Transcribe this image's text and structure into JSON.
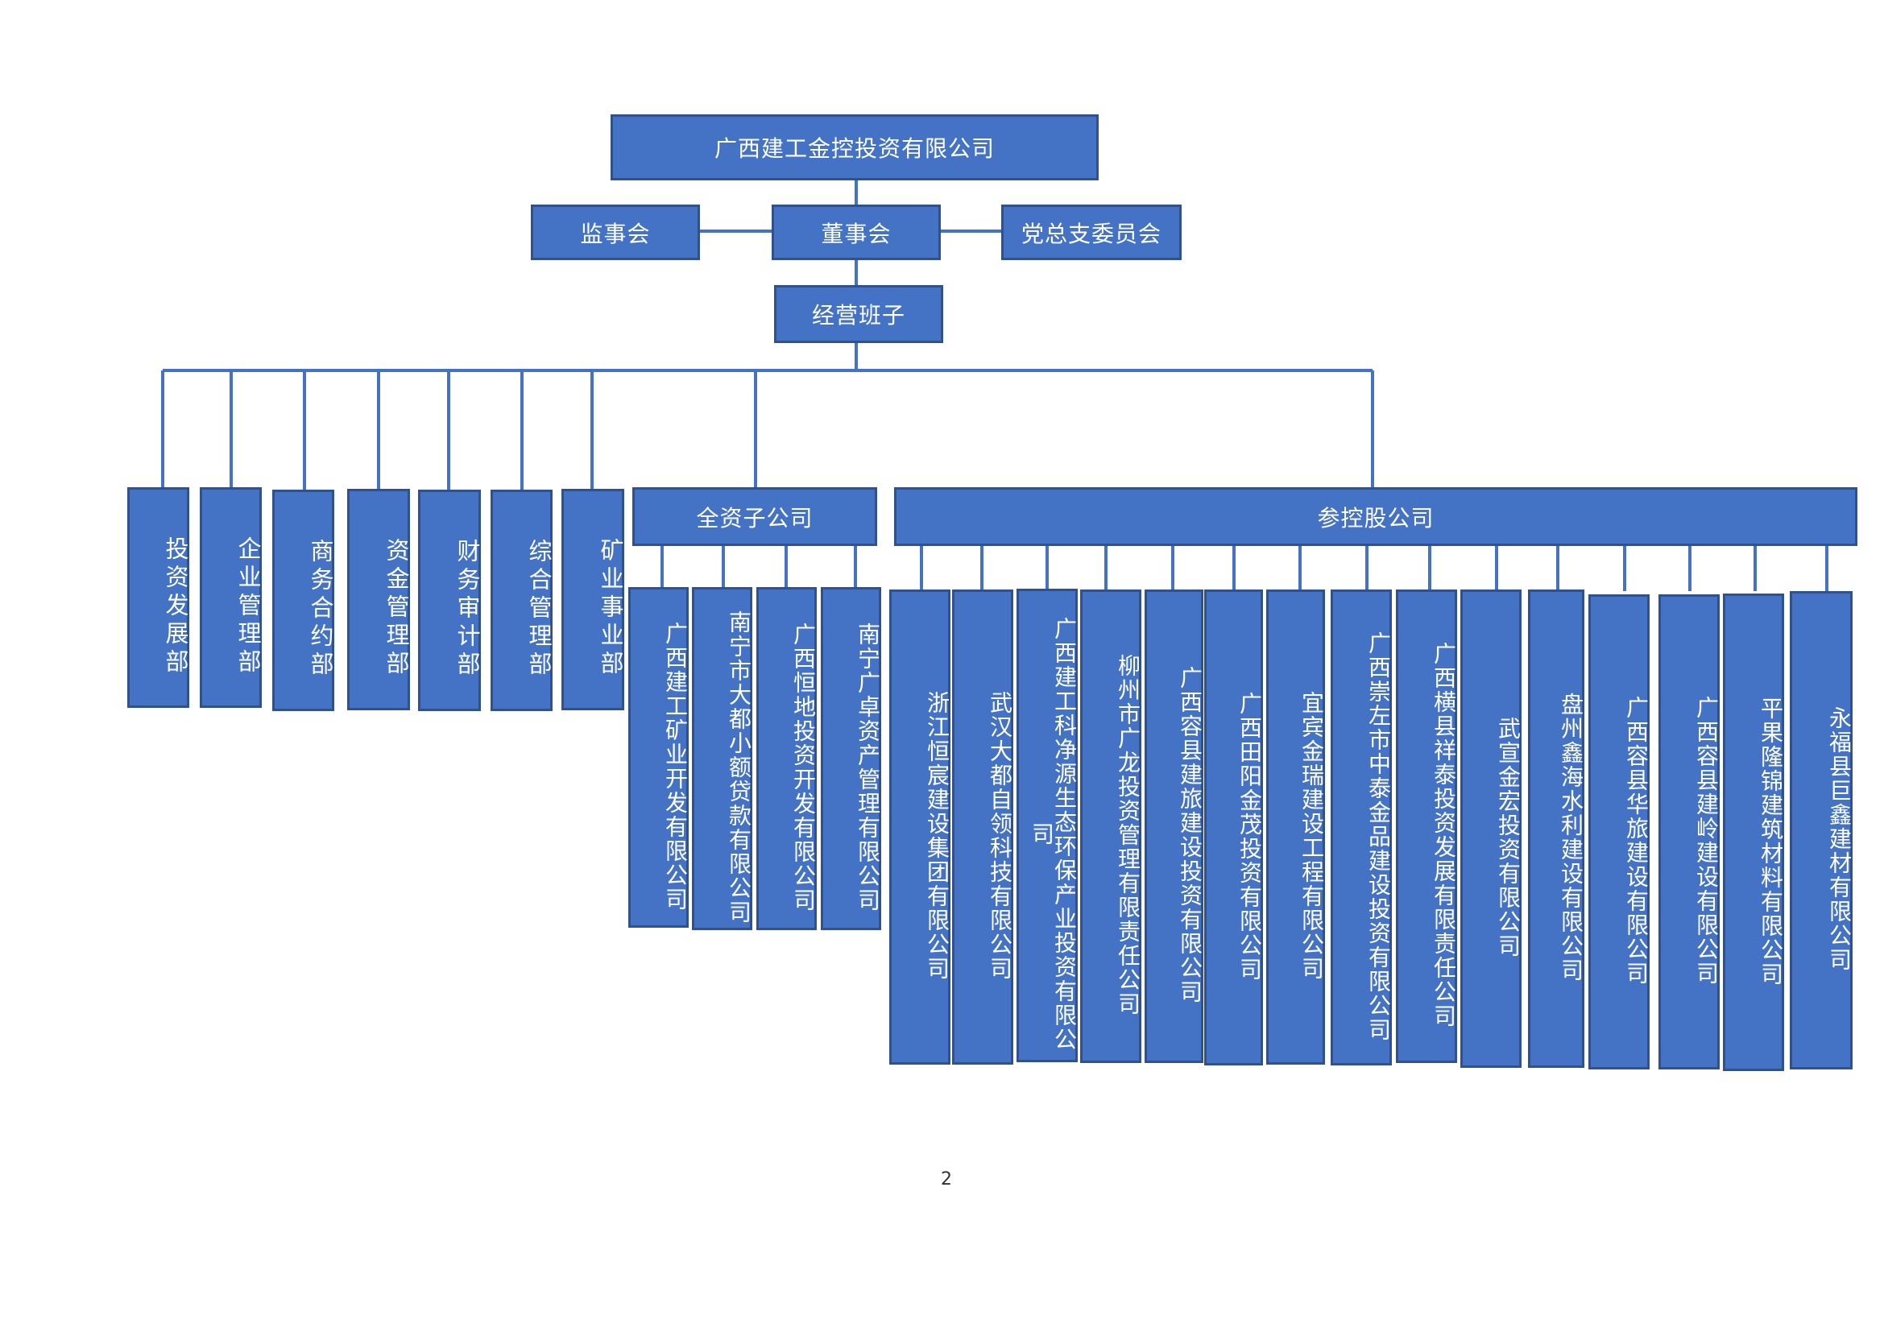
{
  "top": "广西建工金控投资有限公司",
  "board": "董事会",
  "supervisors": "监事会",
  "party": "党总支委员会",
  "management": "经营班子",
  "departments": [
    "投资发展部",
    "企业管理部",
    "商务合约部",
    "资金管理部",
    "财务审计部",
    "综合管理部",
    "矿业事业部"
  ],
  "wholly_owned": {
    "label": "全资子公司",
    "items": [
      "广西建工矿业开发有限公司",
      "南宁市大都小额贷款有限公司",
      "广西恒地投资开发有限公司",
      "南宁广卓资产管理有限公司"
    ]
  },
  "holdings": {
    "label": "参控股公司",
    "items": [
      "浙江恒宸建设集团有限公司",
      "武汉大都自领科技有限公司",
      "广西建工科净源生态环保产业投资有限公司",
      "柳州市广龙投资管理有限责任公司",
      "广西容县建旅建设投资有限公司",
      "广西田阳金茂投资有限公司",
      "宜宾金瑞建设工程有限公司",
      "广西崇左市中泰金品建设投资有限公司",
      "广西横县祥泰投资发展有限责任公司",
      "武宣金宏投资有限公司",
      "盘州鑫海水利建设有限公司",
      "广西容县华旅建设有限公司",
      "广西容县建岭建设有限公司",
      "平果隆锦建筑材料有限公司",
      "永福县巨鑫建材有限公司"
    ]
  },
  "page_number": "2",
  "colors": {
    "box_fill": "#4472c4",
    "box_border": "#2f528f",
    "line": "#4472c4"
  }
}
